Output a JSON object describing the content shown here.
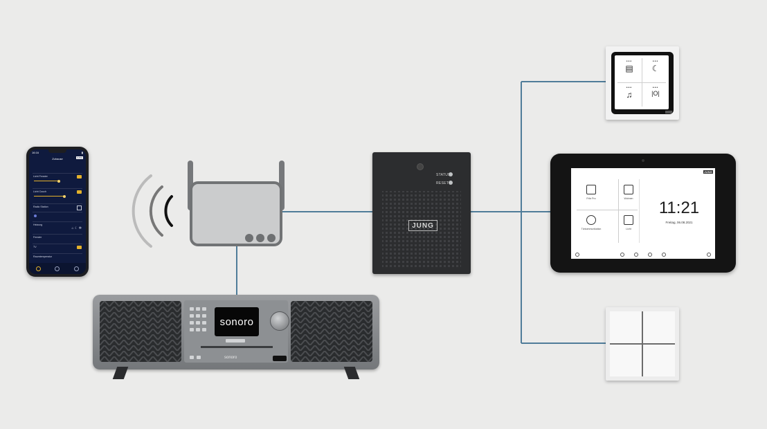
{
  "phone": {
    "time": "16:16",
    "header": "Zuhause",
    "logo": "JUNG",
    "rows": [
      {
        "label": "Licht Fenster"
      },
      {
        "label": "Licht Couch"
      },
      {
        "label": "Radio Station"
      },
      {
        "label": ""
      },
      {
        "label": "Heizung"
      },
      {
        "label": "Fenster"
      },
      {
        "label": "TV"
      },
      {
        "label": "Raumtemperatur"
      }
    ]
  },
  "sonoro": {
    "display_text": "sonoro",
    "brand_small": "sonoro"
  },
  "jung_box": {
    "status_label": "STATUS",
    "reset_label": "RESET",
    "logo": "JUNG"
  },
  "tablet": {
    "logo": "JUNG",
    "clock": "11:21",
    "date": "Freitag, 06.08.2021",
    "tiles": [
      {
        "label": "Fritz Pro"
      },
      {
        "label": "Wohnen"
      },
      {
        "label": "Türkommunikation"
      },
      {
        "label": "Licht"
      }
    ]
  },
  "colors": {
    "background": "#ebebea",
    "connector": "#4f7c99",
    "accent_phone": "#e3b12b"
  }
}
